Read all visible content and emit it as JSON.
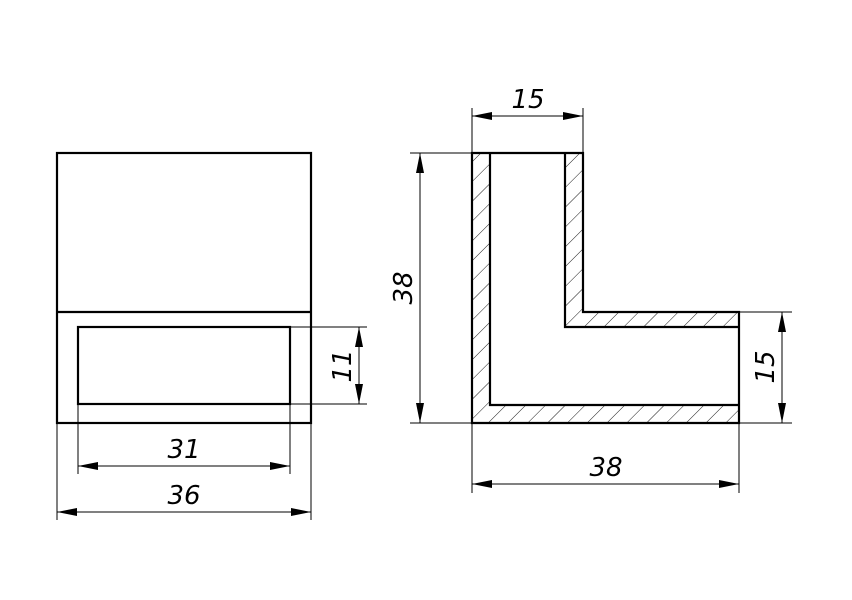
{
  "front_view": {
    "dims": {
      "inner_width": "31",
      "outer_width": "36",
      "slot_height": "11"
    }
  },
  "section_view": {
    "dims": {
      "top_width": "15",
      "total_height": "38",
      "total_width": "38",
      "leg_height": "15"
    }
  }
}
